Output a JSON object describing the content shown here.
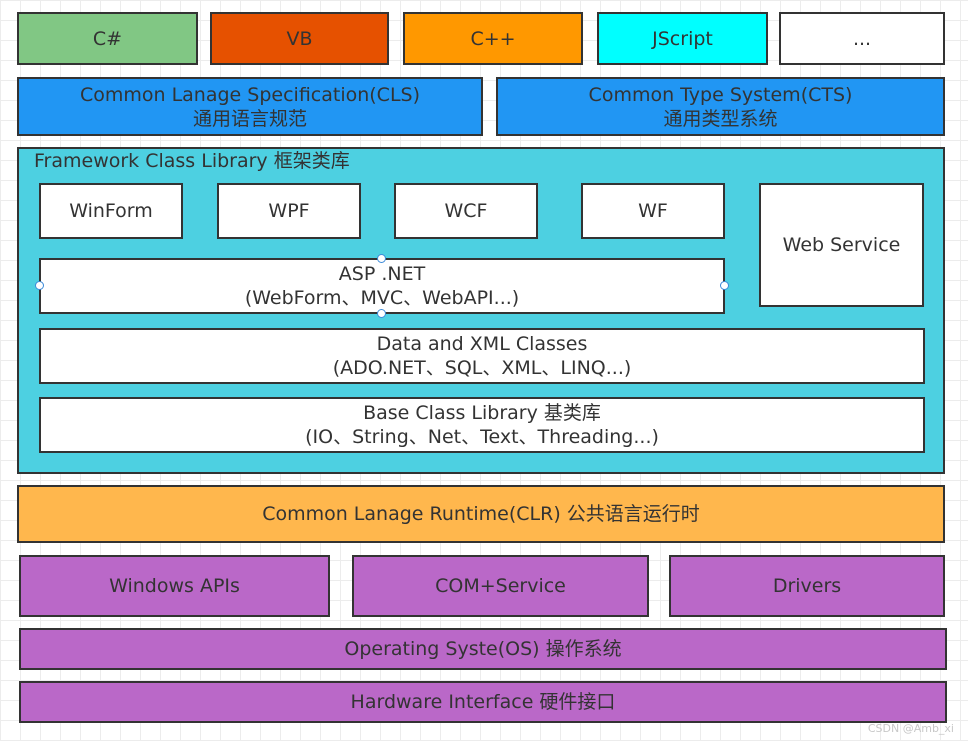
{
  "colors": {
    "lang_csharp": "#81c784",
    "lang_vb": "#e65100",
    "lang_cpp": "#ff9800",
    "lang_jscript": "#00ffff",
    "lang_more": "#ffffff",
    "spec_blue": "#2196f3",
    "framework_cyan": "#4dd0e1",
    "clr_orange": "#ffb74d",
    "os_purple": "#ba68c8",
    "border": "#333333"
  },
  "languages": [
    "C#",
    "VB",
    "C++",
    "JScript",
    "..."
  ],
  "cls": {
    "line1": "Common Lanage Specification(CLS)",
    "line2": "通用语言规范"
  },
  "cts": {
    "line1": "Common Type System(CTS)",
    "line2": "通用类型系统"
  },
  "framework": {
    "title": "Framework Class Library 框架类库",
    "apps": [
      "WinForm",
      "WPF",
      "WCF",
      "WF"
    ],
    "web_service": "Web Service",
    "aspnet": {
      "line1": "ASP .NET",
      "line2": "(WebForm、MVC、WebAPI...)"
    },
    "data_xml": {
      "line1": "Data and XML Classes",
      "line2": "(ADO.NET、SQL、XML、LINQ...)"
    },
    "bcl": {
      "line1": "Base Class Library 基类库",
      "line2": "(IO、String、Net、Text、Threading...)"
    }
  },
  "clr": "Common Lanage Runtime(CLR) 公共语言运行时",
  "system": [
    "Windows APIs",
    "COM+Service",
    "Drivers"
  ],
  "os": "Operating Syste(OS) 操作系统",
  "hardware": "Hardware Interface 硬件接口",
  "watermark": "CSDN @Amb_xi"
}
